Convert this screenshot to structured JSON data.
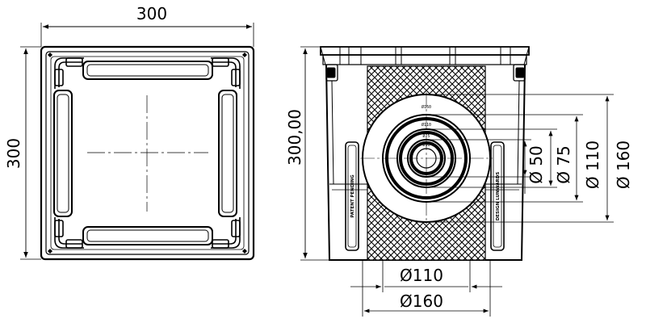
{
  "top_view": {
    "width_label": "300",
    "height_label": "300"
  },
  "side_view": {
    "height_label": "300,00",
    "outlets_bottom": [
      {
        "label": "Ø110"
      },
      {
        "label": "Ø160"
      }
    ],
    "outlets_right": [
      {
        "label": "Ø 50"
      },
      {
        "label": "Ø 75"
      },
      {
        "label": "Ø 110"
      },
      {
        "label": "Ø 160"
      }
    ],
    "ring_marks": [
      "Ø160",
      "Ø110",
      "Ø75",
      "Ø50"
    ],
    "side_labels": {
      "left": "PATENT PENDING",
      "right": "DESIGN LUNWARDS"
    }
  }
}
